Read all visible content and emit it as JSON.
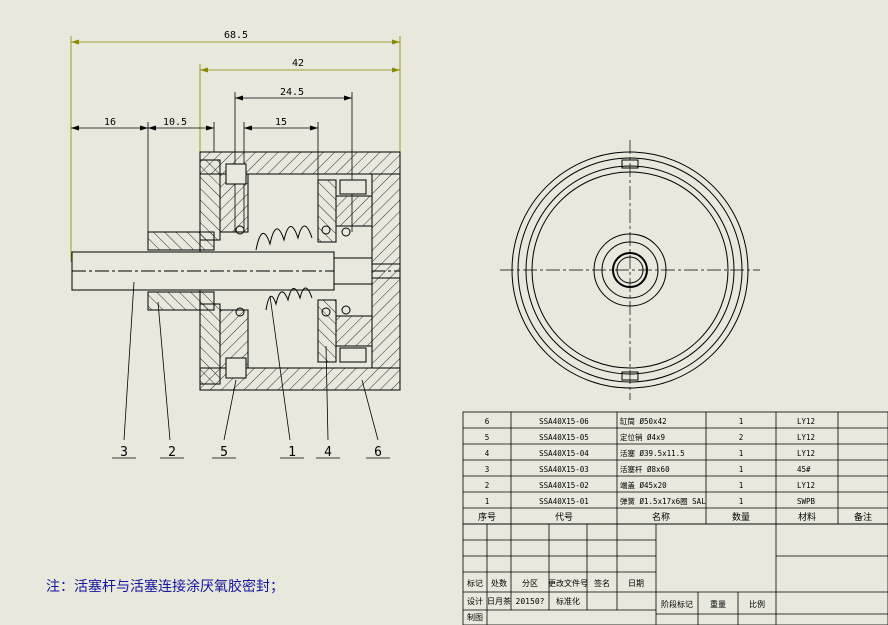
{
  "dimensions": {
    "overall": "68.5",
    "body": "42",
    "inner_length": "24.5",
    "spring_length": "15",
    "rod_end": "16",
    "nut": "10.5"
  },
  "balloons": [
    "3",
    "2",
    "5",
    "1",
    "4",
    "6"
  ],
  "bom": {
    "headers": {
      "no": "序号",
      "code": "代号",
      "name": "名称",
      "qty": "数量",
      "material": "材料",
      "remark": "备注"
    },
    "rows": [
      {
        "no": "6",
        "code": "SSA40X15-06",
        "name": "缸筒 Ø50x42",
        "qty": "1",
        "material": "LY12"
      },
      {
        "no": "5",
        "code": "SSA40X15-05",
        "name": "定位销 Ø4x9",
        "qty": "2",
        "material": "LY12"
      },
      {
        "no": "4",
        "code": "SSA40X15-04",
        "name": "活塞 Ø39.5x11.5",
        "qty": "1",
        "material": "LY12"
      },
      {
        "no": "3",
        "code": "SSA40X15-03",
        "name": "活塞杆 Ø8x60",
        "qty": "1",
        "material": "45#"
      },
      {
        "no": "2",
        "code": "SSA40X15-02",
        "name": "端盖 Ø45x20",
        "qty": "1",
        "material": "LY12"
      },
      {
        "no": "1",
        "code": "SSA40X15-01",
        "name": "弹簧 Ø1.5x17x6圈 SAL",
        "qty": "1",
        "material": "SWPB"
      }
    ]
  },
  "title_block": {
    "row1": [
      "标记",
      "处数",
      "分区",
      "更改文件号",
      "签名",
      "日期"
    ],
    "row2": [
      "设计",
      "日月茶",
      "20150?",
      "标准化"
    ],
    "row3": [
      "阶段标记",
      "重量",
      "比例"
    ],
    "row4": [
      "制图"
    ]
  },
  "note": "注：活塞杆与活塞连接涂厌氧胶密封；",
  "colors": {
    "line": "#000000",
    "dimension": "#8a8a00",
    "note": "#1414a0",
    "background": "#e8e8dc"
  }
}
